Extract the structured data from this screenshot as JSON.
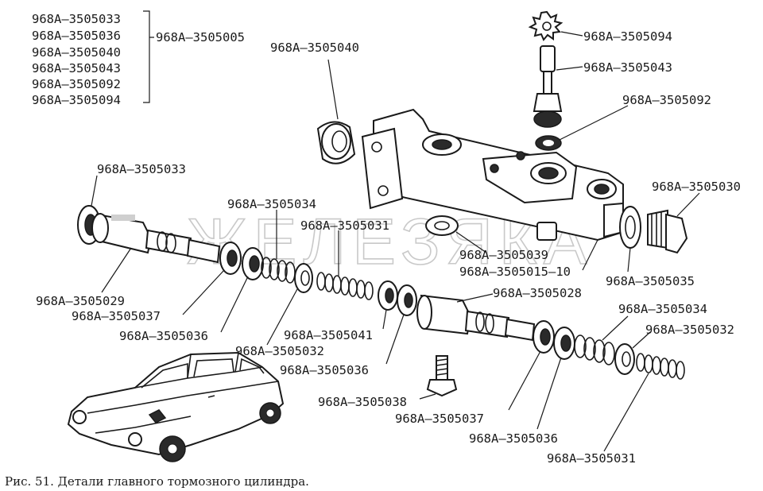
{
  "watermark": "ЖЕЛЕЗЯКА",
  "caption": "Рис. 51. Детали главного тормозного цилиндра.",
  "kit": {
    "items": [
      "968А–3505033",
      "968А–3505036",
      "968А–3505040",
      "968А–3505043",
      "968А–3505092",
      "968А–3505094"
    ],
    "assembly": "968А–3505005"
  },
  "labels": {
    "seal_cap": "968А–3505040",
    "star_washer": "968А–3505094",
    "valve": "968А–3505043",
    "valve_washer": "968А–3505092",
    "left_boot": "968А–3505033",
    "plug": "968А–3505030",
    "spring_top": "968А–3505034",
    "spring_top2": "968А–3505031",
    "body_washer": "968А–3505039",
    "body": "968А–3505015–10",
    "plug_washer": "968А–3505035",
    "piston1": "968А–3505029",
    "cup1": "968А–3505037",
    "cup2": "968А–3505036",
    "washer2": "968А–3505032",
    "ring": "968А–3505041",
    "cup3": "968А–3505036",
    "piston2": "968А–3505028",
    "spring_r": "968А–3505034",
    "washer_r": "968А–3505032",
    "bolt": "968А–3505038",
    "cup_r1": "968А–3505037",
    "cup_r2": "968А–3505036",
    "spring_end": "968А–3505031"
  }
}
